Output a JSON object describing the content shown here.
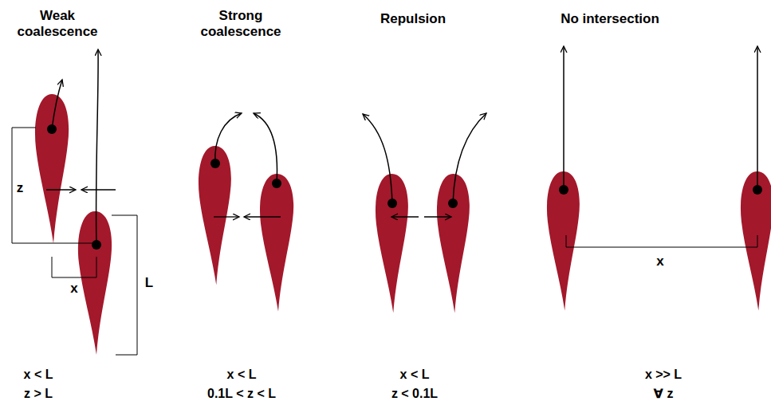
{
  "diagram": {
    "labels": [
      "Weak coalescence",
      "Strong coalescence",
      "Repulsion",
      "No intersection",
      "z",
      "x",
      "L",
      "x",
      "x < L",
      "z > L",
      "x < L",
      "0.1L < z < L",
      "x < L",
      "z < 0.1L",
      "x >> L",
      "∀ z"
    ]
  }
}
